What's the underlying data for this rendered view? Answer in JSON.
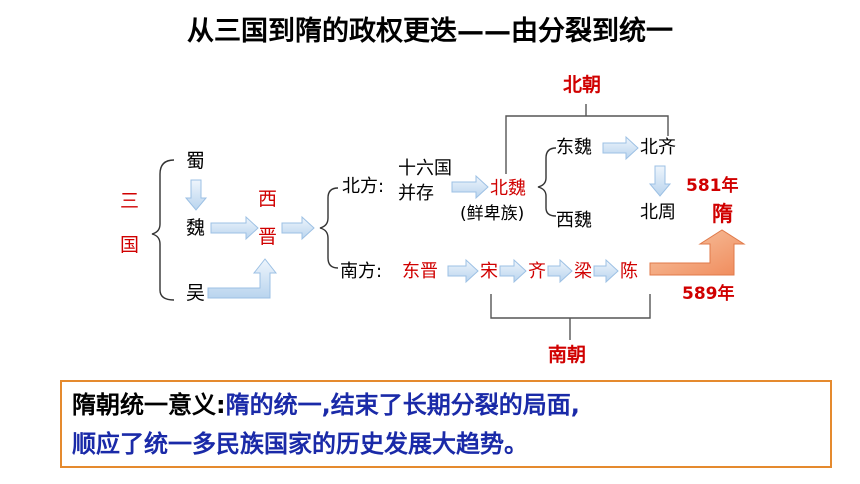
{
  "title": "从三国到隋的政权更迭——由分裂到统一",
  "three_kingdoms": {
    "label_1": "三",
    "label_2": "国",
    "shu": "蜀",
    "wei": "魏",
    "wu": "吴"
  },
  "jin": {
    "label_1": "西",
    "label_2": "晋"
  },
  "north": {
    "label": "北方:",
    "sixteen": "十六国",
    "coexist": "并存",
    "northern_wei": "北魏",
    "xianbei": "(鲜卑族)",
    "eastern_wei": "东魏",
    "western_wei": "西魏",
    "northern_qi": "北齐",
    "northern_zhou": "北周",
    "group_label": "北朝"
  },
  "south": {
    "label": "南方:",
    "dynasties": [
      "东晋",
      "宋",
      "齐",
      "梁",
      "陈"
    ],
    "group_label": "南朝"
  },
  "sui": {
    "label": "隋",
    "year_581": "581年",
    "year_589": "589年"
  },
  "meaning": {
    "lead": "隋朝统一意义:",
    "body_1": "隋的统一,结束了长期分裂的局面,",
    "body_2": "顺应了统一多民族国家的历史发展大趋势。"
  },
  "colors": {
    "red": "#d00000",
    "blue_text": "#1a2aa8",
    "arrow_fill": "#d8e8f8",
    "arrow_stroke": "#9cc0e4",
    "orange": "#f4a070",
    "box_border": "#e58a2e"
  }
}
